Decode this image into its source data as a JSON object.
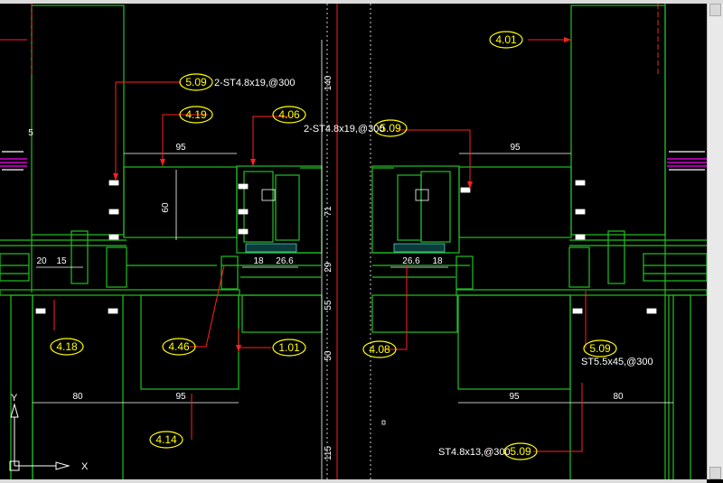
{
  "drawing": {
    "balloons": [
      {
        "id": "b401",
        "text": "4.01"
      },
      {
        "id": "b509a",
        "text": "5.09"
      },
      {
        "id": "b419",
        "text": "4.19"
      },
      {
        "id": "b406",
        "text": "4.06"
      },
      {
        "id": "b509b",
        "text": "5.09"
      },
      {
        "id": "b418",
        "text": "4.18"
      },
      {
        "id": "b446",
        "text": "4.46"
      },
      {
        "id": "b101",
        "text": "1.01"
      },
      {
        "id": "b408",
        "text": "4.08"
      },
      {
        "id": "b509c",
        "text": "5.09"
      },
      {
        "id": "b414",
        "text": "4.14"
      },
      {
        "id": "b509d",
        "text": "5.09"
      }
    ],
    "notes": {
      "screw_left": "2-ST4.8x19,@300",
      "screw_mid": "2-ST4.8x19,@300",
      "screw_right_lower": "ST5.5x45,@300",
      "screw_bottom": "ST4.8x13,@300"
    },
    "dims": {
      "d95_top_left": "95",
      "d95_top_right": "95",
      "d60": "60",
      "d20": "20",
      "d15": "15",
      "d18_left": "18",
      "d266_left": "26.6",
      "d266_right": "26.6",
      "d18_right": "18",
      "d80_left": "80",
      "d95_bottom_left": "95",
      "d95_bottom_right": "95",
      "d80_right": "80",
      "v140": "140",
      "v71": "71",
      "v29": "29",
      "v55": "55",
      "v50": "50",
      "v115": "115",
      "edge5": "5"
    },
    "ucs": {
      "x_label": "X",
      "y_label": "Y"
    }
  },
  "colors": {
    "background": "#000000",
    "frame_green": "#22c022",
    "dim_white": "#ffffff",
    "balloon_yellow": "#ffff00",
    "leader_red": "#ff2020",
    "magenta": "#ff00ff"
  }
}
